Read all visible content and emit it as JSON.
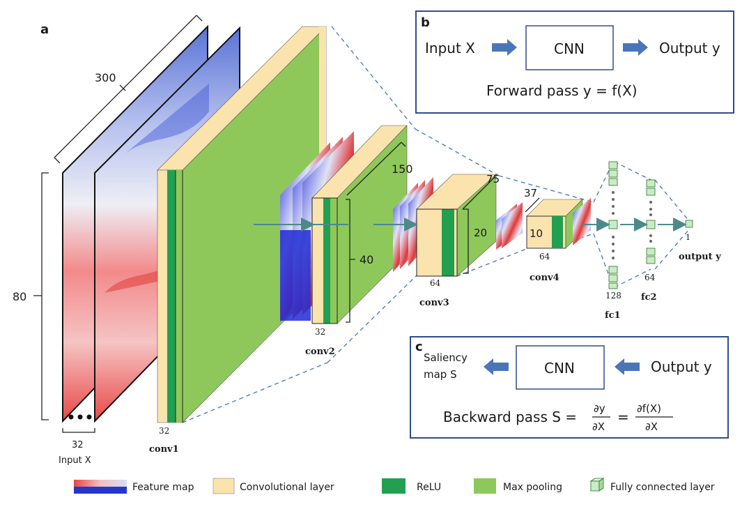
{
  "panels": {
    "a": "a",
    "b": "b",
    "c": "c"
  },
  "dims": {
    "input_width": "300",
    "input_height": "80",
    "input_channels": "32",
    "input_label": "Input X",
    "conv1_channels": "32",
    "conv2_width": "150",
    "conv2_height": "40",
    "conv2_channels": "32",
    "conv3_width": "75",
    "conv3_height": "20",
    "conv3_channels": "64",
    "conv4_width": "37",
    "conv4_height": "10",
    "conv4_channels": "64",
    "fc1_units": "128",
    "fc2_units": "64",
    "output_units": "1"
  },
  "layer_names": {
    "conv1": "conv1",
    "conv2": "conv2",
    "conv3": "conv3",
    "conv4": "conv4",
    "fc1": "fc1",
    "fc2": "fc2",
    "output": "output y"
  },
  "forward_box": {
    "input": "Input X",
    "model": "CNN",
    "output": "Output y",
    "caption": "Forward pass y = f(X)"
  },
  "backward_box": {
    "saliency_line1": "Saliency",
    "saliency_line2": "map S",
    "model": "CNN",
    "output": "Output y",
    "caption_prefix": "Backward pass S =",
    "frac1_num": "∂y",
    "frac1_den": "∂X",
    "equals": "=",
    "frac2_num": "∂f(X)",
    "frac2_den": "∂X"
  },
  "legend": [
    {
      "label": "Feature map",
      "icon": "feature-map-swatch"
    },
    {
      "label": "Convolutional layer",
      "color": "#fbe3ad"
    },
    {
      "label": "ReLU",
      "color": "#22a050"
    },
    {
      "label": "Max pooling",
      "color": "#8ec85a"
    },
    {
      "label": "Fully connected layer",
      "icon": "cube-icon"
    }
  ],
  "colors": {
    "conv": "#fbe3ad",
    "relu": "#22a050",
    "pool": "#8ec85a",
    "fc": "#c8ecc4",
    "frame": "#2f4d8a",
    "arrow": "#4a76b8",
    "flow_arrow": "#4c8a8a"
  }
}
